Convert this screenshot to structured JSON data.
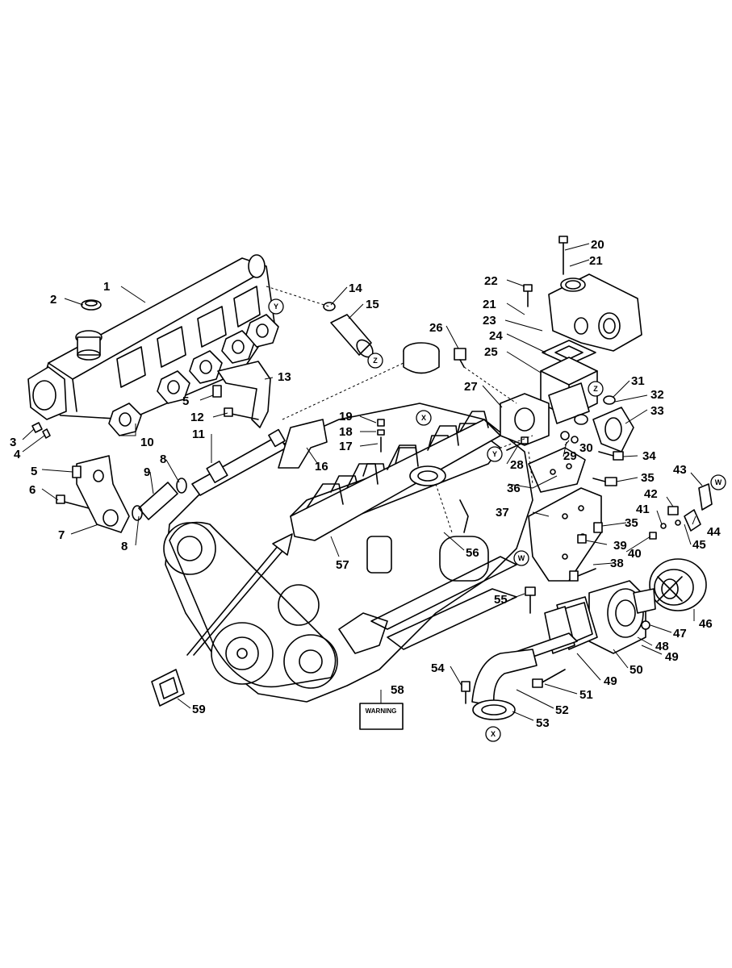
{
  "diagram": {
    "callouts": {
      "c1": "1",
      "c2": "2",
      "c3": "3",
      "c4": "4",
      "c5a": "5",
      "c5b": "5",
      "c6": "6",
      "c7": "7",
      "c8a": "8",
      "c8b": "8",
      "c9": "9",
      "c10": "10",
      "c11": "11",
      "c12": "12",
      "c13": "13",
      "c14": "14",
      "c15": "15",
      "c16": "16",
      "c17": "17",
      "c18": "18",
      "c19": "19",
      "c20": "20",
      "c21a": "21",
      "c21b": "21",
      "c22": "22",
      "c23": "23",
      "c24": "24",
      "c25": "25",
      "c26": "26",
      "c27": "27",
      "c28": "28",
      "c29": "29",
      "c30": "30",
      "c31": "31",
      "c32": "32",
      "c33": "33",
      "c34": "34",
      "c35a": "35",
      "c35b": "35",
      "c36": "36",
      "c37": "37",
      "c38": "38",
      "c39": "39",
      "c40": "40",
      "c41": "41",
      "c42": "42",
      "c43": "43",
      "c44": "44",
      "c45": "45",
      "c46": "46",
      "c47": "47",
      "c48": "48",
      "c49a": "49",
      "c49b": "49",
      "c50": "50",
      "c51": "51",
      "c52": "52",
      "c53": "53",
      "c54": "54",
      "c55": "55",
      "c56": "56",
      "c57": "57",
      "c58": "58",
      "c59": "59"
    },
    "ref_marks": {
      "y_manifold": "Y",
      "z_hose": "Z",
      "x_manifold": "X",
      "z_elbow": "Z",
      "y_bracket": "Y",
      "w_engine": "W",
      "w_mount": "W",
      "x_outlet": "X"
    },
    "warning_label": "WARNING"
  }
}
